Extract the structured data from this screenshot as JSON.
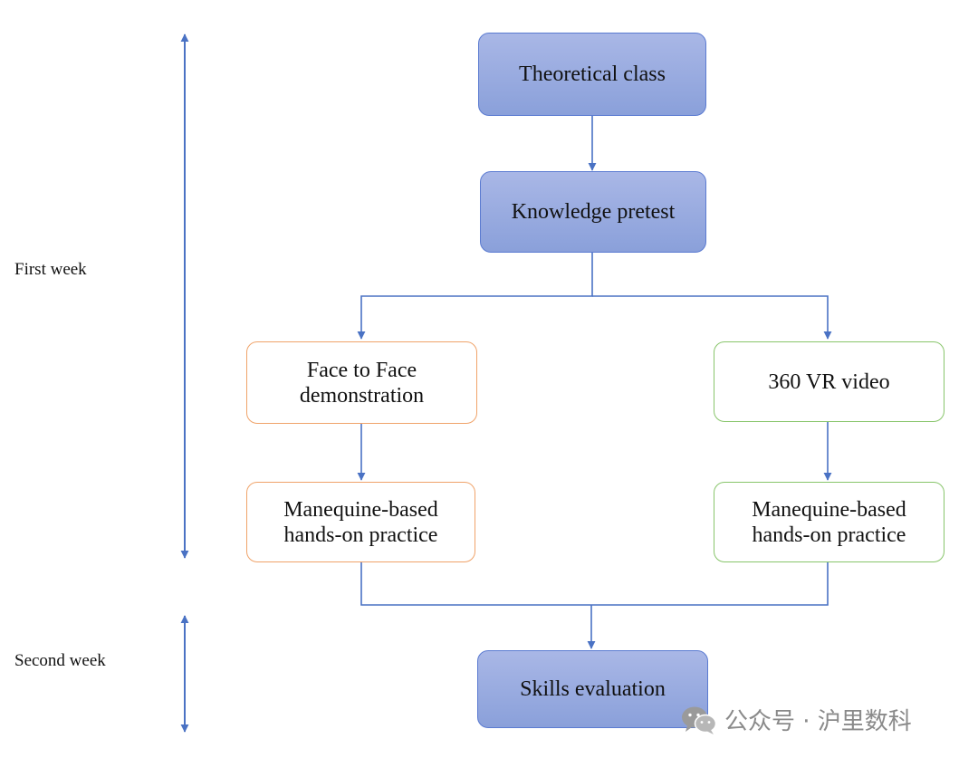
{
  "timeline": {
    "first_week_label": "First week",
    "second_week_label": "Second week"
  },
  "nodes": {
    "theoretical_class": "Theoretical class",
    "knowledge_pretest": "Knowledge pretest",
    "face_to_face": "Face to Face\ndemonstration",
    "vr_video": "360 VR video",
    "practice_left": "Manequine-based\nhands-on practice",
    "practice_right": "Manequine-based\nhands-on practice",
    "skills_evaluation": "Skills evaluation"
  },
  "watermark": {
    "text": "公众号 · 沪里数科",
    "icon": "wechat-icon"
  },
  "colors": {
    "connector": "#4a72c4",
    "filled_fill": "#99aadf",
    "filled_border": "#5b7bd1",
    "orange_border": "#f0a36a",
    "green_border": "#88c56b",
    "watermark": "#8a8a8a"
  }
}
